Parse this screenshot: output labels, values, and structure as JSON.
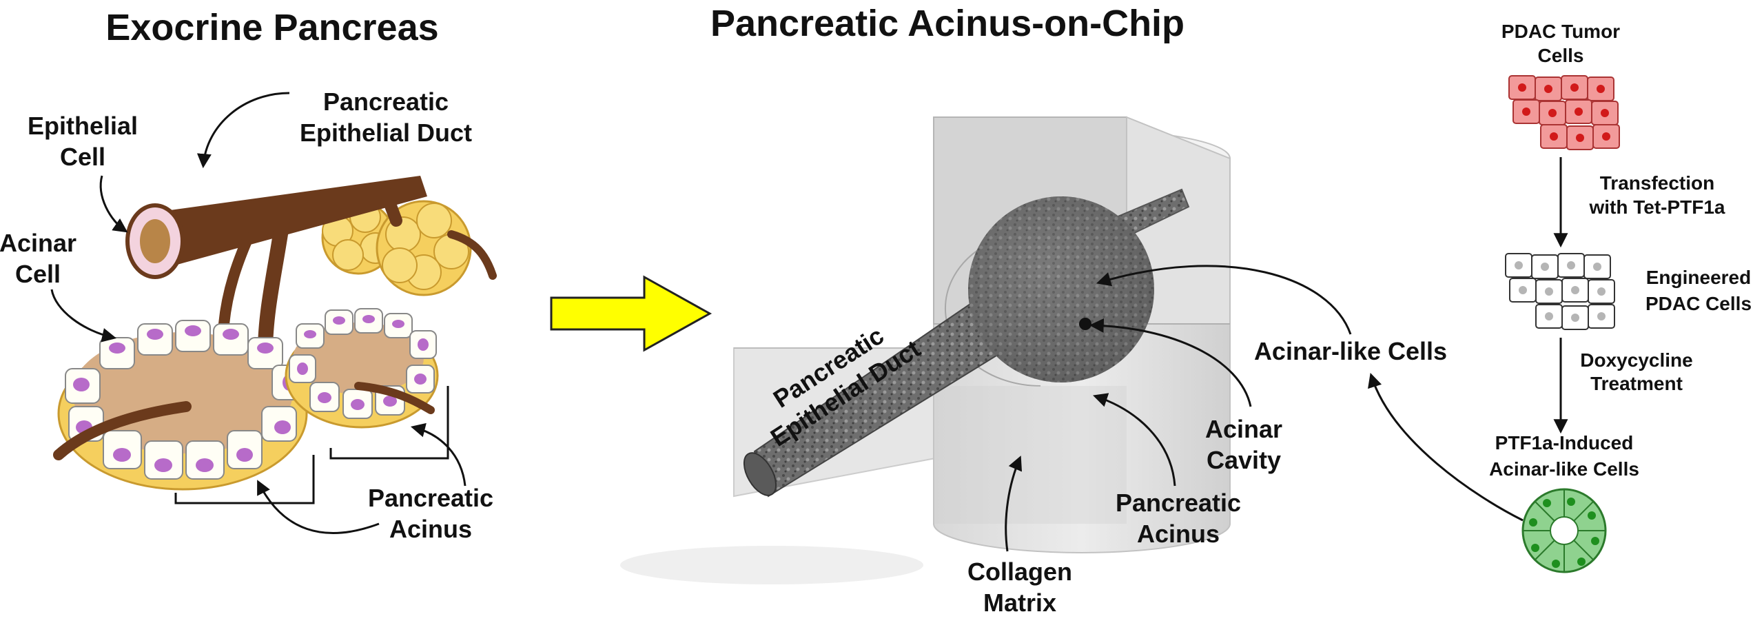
{
  "titles": {
    "left": "Exocrine Pancreas",
    "center": "Pancreatic Acinus-on-Chip"
  },
  "left_labels": {
    "epithelial_cell": [
      "Epithelial",
      "Cell"
    ],
    "duct": [
      "Pancreatic",
      "Epithelial Duct"
    ],
    "acinar_cell": [
      "Acinar",
      "Cell"
    ],
    "acinus": [
      "Pancreatic",
      "Acinus"
    ]
  },
  "chip_labels": {
    "duct": [
      "Pancreatic",
      "Epithelial Duct"
    ],
    "cavity": [
      "Acinar",
      "Cavity"
    ],
    "acinus": [
      "Pancreatic",
      "Acinus"
    ],
    "collagen": [
      "Collagen",
      "Matrix"
    ],
    "acinar_like": "Acinar-like Cells"
  },
  "flow_labels": {
    "pdac": [
      "PDAC Tumor",
      "Cells"
    ],
    "transfection": [
      "Transfection",
      "with Tet-PTF1a"
    ],
    "engineered": [
      "Engineered",
      "PDAC Cells"
    ],
    "doxy": [
      "Doxycycline",
      "Treatment"
    ],
    "induced": [
      "PTF1a-Induced",
      "Acinar-like Cells"
    ]
  },
  "colors": {
    "duct_brown": "#6b3a1c",
    "acinus_yellow": "#f5cf5e",
    "lumen_tan": "#d6ad85",
    "nucleus_purple": "#b76bc9",
    "tumor_red": "#f29a9a",
    "tumor_nucleus": "#d11a1a",
    "green_cell": "#8fd28f",
    "arrow_yellow": "#ffff00",
    "chip_gray": "#d9d9d9"
  }
}
